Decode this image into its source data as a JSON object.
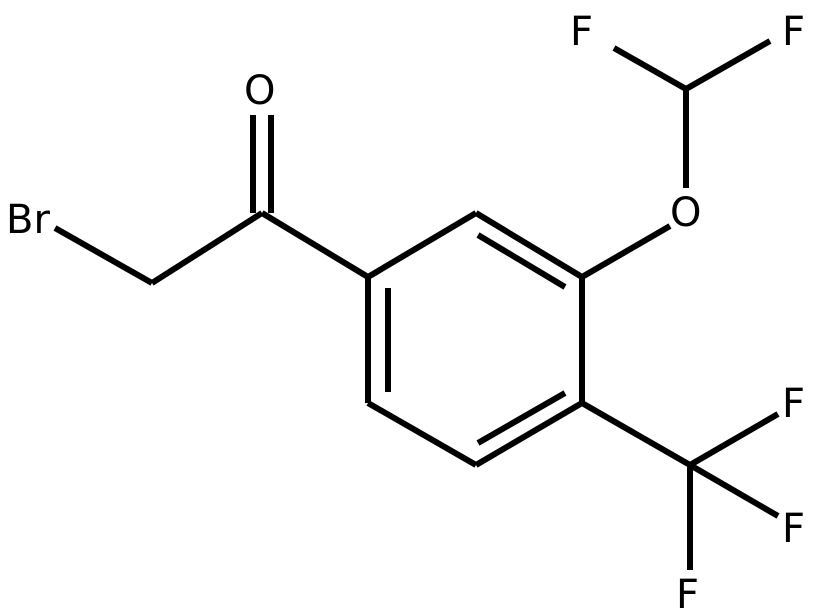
{
  "structure": {
    "atoms": {
      "br": "Br",
      "o_carbonyl": "O",
      "o_ether": "O",
      "f_difluoro_left": "F",
      "f_difluoro_right": "F",
      "f_cf3_top": "F",
      "f_cf3_middle": "F",
      "f_cf3_bottom": "F"
    }
  },
  "colors": {
    "bond": "#000000",
    "label": "#000000",
    "background": "#ffffff"
  }
}
